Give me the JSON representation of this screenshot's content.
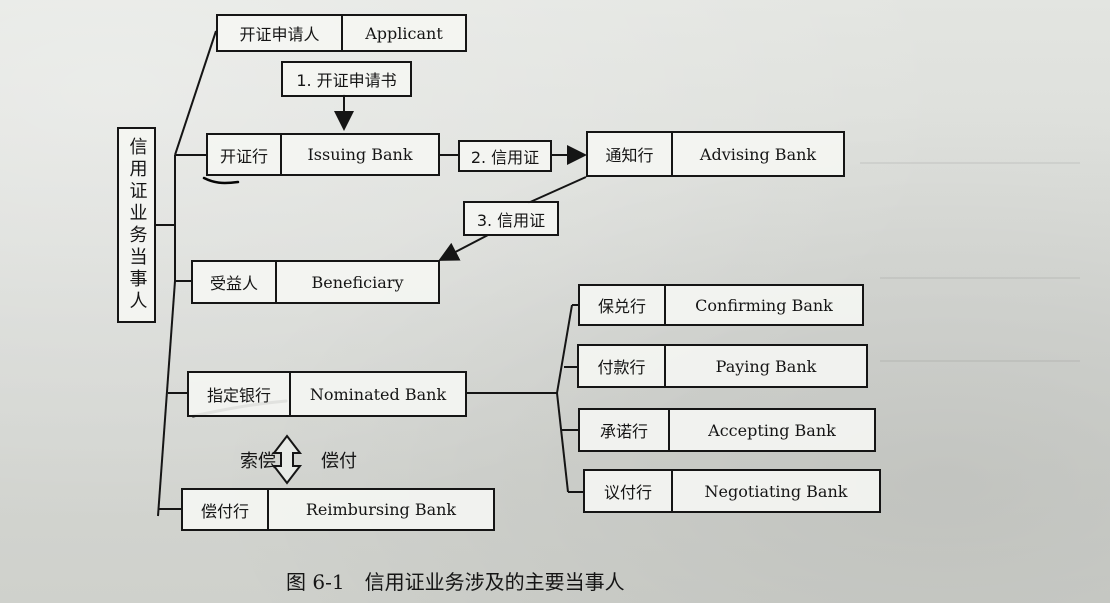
{
  "diagram": {
    "root_title": "信用证业务当事人",
    "parties": {
      "applicant": {
        "zh": "开证申请人",
        "en": "Applicant"
      },
      "issuing_bank": {
        "zh": "开证行",
        "en": "Issuing Bank"
      },
      "advising_bank": {
        "zh": "通知行",
        "en": "Advising Bank"
      },
      "beneficiary": {
        "zh": "受益人",
        "en": "Beneficiary"
      },
      "nominated_bank": {
        "zh": "指定银行",
        "en": "Nominated Bank"
      },
      "reimbursing_bank": {
        "zh": "偿付行",
        "en": "Reimbursing Bank"
      },
      "confirming_bank": {
        "zh": "保兑行",
        "en": "Confirming Bank"
      },
      "paying_bank": {
        "zh": "付款行",
        "en": "Paying Bank"
      },
      "accepting_bank": {
        "zh": "承诺行",
        "en": "Accepting Bank"
      },
      "negotiating_bank": {
        "zh": "议付行",
        "en": "Negotiating Bank"
      }
    },
    "steps": {
      "step1": "1. 开证申请书",
      "step2": "2. 信用证",
      "step3": "3. 信用证"
    },
    "claim_label": "索偿",
    "reimburse_label": "偿付",
    "caption": "图 6-1　信用证业务涉及的主要当事人"
  }
}
